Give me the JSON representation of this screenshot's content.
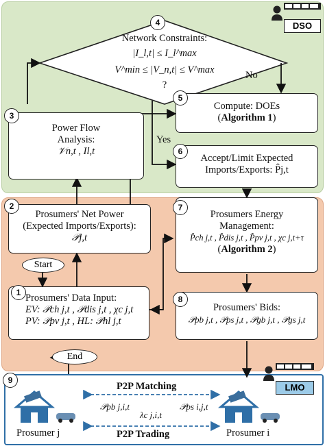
{
  "tags": {
    "dso": "DSO",
    "lmo": "LMO"
  },
  "step_numbers": [
    "1",
    "2",
    "3",
    "4",
    "5",
    "6",
    "7",
    "8",
    "9"
  ],
  "decision": {
    "title": "Network Constraints:",
    "line1": "|I_l,t| ≤ I_l^max",
    "line2": "V^min ≤ |V_n,t| ≤ V^max",
    "q": "?"
  },
  "labels": {
    "no": "No",
    "yes": "Yes"
  },
  "power_flow": {
    "line1": "Power Flow",
    "line2": "Analysis:",
    "vars": "𝒱n,t , Il,t"
  },
  "compute": {
    "line1": "Compute: DOEs",
    "algo": "Algorithm 1"
  },
  "accept": {
    "line1": "Accept/Limit Expected",
    "line2": "Imports/Exports: P̂j,t"
  },
  "net_power": {
    "line1": "Prosumers' Net Power",
    "line2": "(Expected Imports/Exports):",
    "var": "𝒫j,t"
  },
  "energy_mgmt": {
    "line1": "Prosumers Energy",
    "line2": "Management:",
    "vars": "P̂ch j,t , P̂dis j,t , P̂pv j,t , χc j,t+τ",
    "algo": "Algorithm 2"
  },
  "start": "Start",
  "end": "End",
  "data_input": {
    "line1": "Prosumers' Data Input:",
    "ev": "EV: 𝒫ch j,t , 𝒫dis j,t , χc j,t",
    "pv": "PV: 𝒫pv j,t ,     HL: 𝒫hl j,t"
  },
  "bids": {
    "line1": "Prosumers' Bids:",
    "vars": "𝒫pb j,t , 𝒫ps j,t , 𝒫gb j,t , 𝒫gs j,t"
  },
  "p2p": {
    "matching": "P2P Matching",
    "trading": "P2P Trading",
    "p_pb": "𝒫pb j,i,t",
    "p_ps": "𝒫ps i,j,t",
    "lambda": "λc j,i,t",
    "prosumer_j": "Prosumer j",
    "prosumer_i": "Prosumer i"
  },
  "colors": {
    "dso_region": "#d9e8c8",
    "lmo_region": "#f4c9ad",
    "p2p_border": "#2f6fa7",
    "lmo_tag": "#9ccbe8"
  }
}
